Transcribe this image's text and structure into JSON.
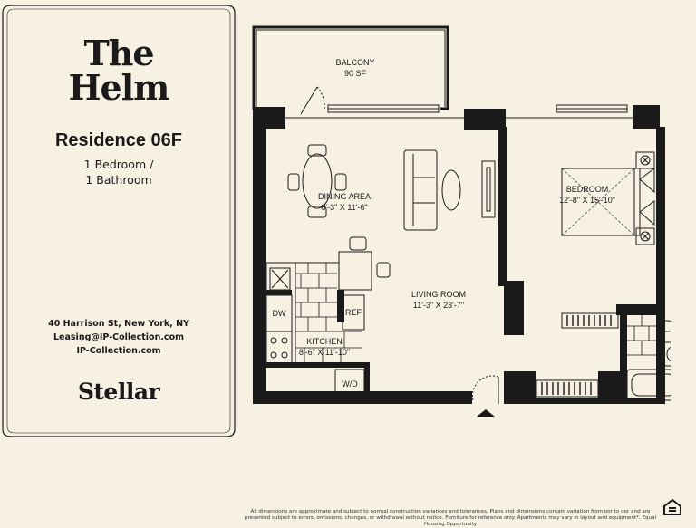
{
  "brand": {
    "title_line1": "The",
    "title_line2": "Helm",
    "residence": "Residence 06F",
    "bedrooms": "1 Bedroom /",
    "bathrooms": "1 Bathroom",
    "address": "40 Harrison St, New York, NY",
    "email": "Leasing@IP-Collection.com",
    "website": "IP-Collection.com",
    "logo": "Stellar"
  },
  "rooms": {
    "balcony": {
      "name": "BALCONY",
      "size": "90 SF"
    },
    "dining": {
      "name": "DINING AREA",
      "size": "8'-3\" X 11'-6\""
    },
    "bedroom": {
      "name": "BEDROOM",
      "size": "12'-8\" X 15'-10\""
    },
    "living": {
      "name": "LIVING ROOM",
      "size": "11'-3\" X 23'-7\""
    },
    "kitchen": {
      "name": "KITCHEN",
      "size": "8'-6\" X 11'-10\""
    }
  },
  "appliances": {
    "dishwasher": "DW",
    "refrigerator": "REF",
    "washer_dryer": "W/D"
  },
  "disclaimer": "All dimensions are approximate and subject to normal construction variances and tolerances. Plans and dimensions contain variation from oor to oor and are presented subject to errors, omissions, changes, or withdrawal without notice. Furniture for reference only. Apartments may vary in layout and equipment*. Equal Housing Opportunity"
}
